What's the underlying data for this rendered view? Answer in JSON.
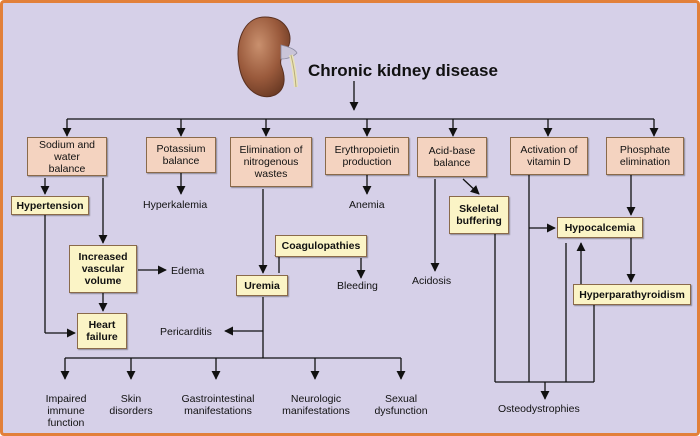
{
  "title": "Chronic kidney disease",
  "categories": [
    "Sodium and water\nbalance",
    "Potassium\nbalance",
    "Elimination of\nnitrogenous\nwastes",
    "Erythropoietin\nproduction",
    "Acid-base\nbalance",
    "Activation of\nvitamin D",
    "Phosphate\nelimination"
  ],
  "conditions": {
    "hypertension": "Hypertension",
    "increased_vascular_volume": "Increased\nvascular\nvolume",
    "heart_failure": "Heart\nfailure",
    "uremia": "Uremia",
    "coagulopathies": "Coagulopathies",
    "skeletal_buffering": "Skeletal\nbuffering",
    "hypocalcemia": "Hypocalcemia",
    "hyperparathyroidism": "Hyperparathyroidism"
  },
  "outcomes": {
    "hyperkalemia": "Hyperkalemia",
    "edema": "Edema",
    "anemia": "Anemia",
    "bleeding": "Bleeding",
    "acidosis": "Acidosis",
    "pericarditis": "Pericarditis",
    "osteodystrophies": "Osteodystrophies"
  },
  "manifestations": [
    "Impaired\nimmune\nfunction",
    "Skin\ndisorders",
    "Gastrointestinal\nmanifestations",
    "Neurologic\nmanifestations",
    "Sexual\ndysfunction"
  ],
  "colors": {
    "category_box": "#f4d3c0",
    "condition_box": "#fbf4c6",
    "background": "#d6d0e8",
    "frame_border": "#e2803a"
  },
  "icons": {
    "kidney": "kidney-icon"
  }
}
